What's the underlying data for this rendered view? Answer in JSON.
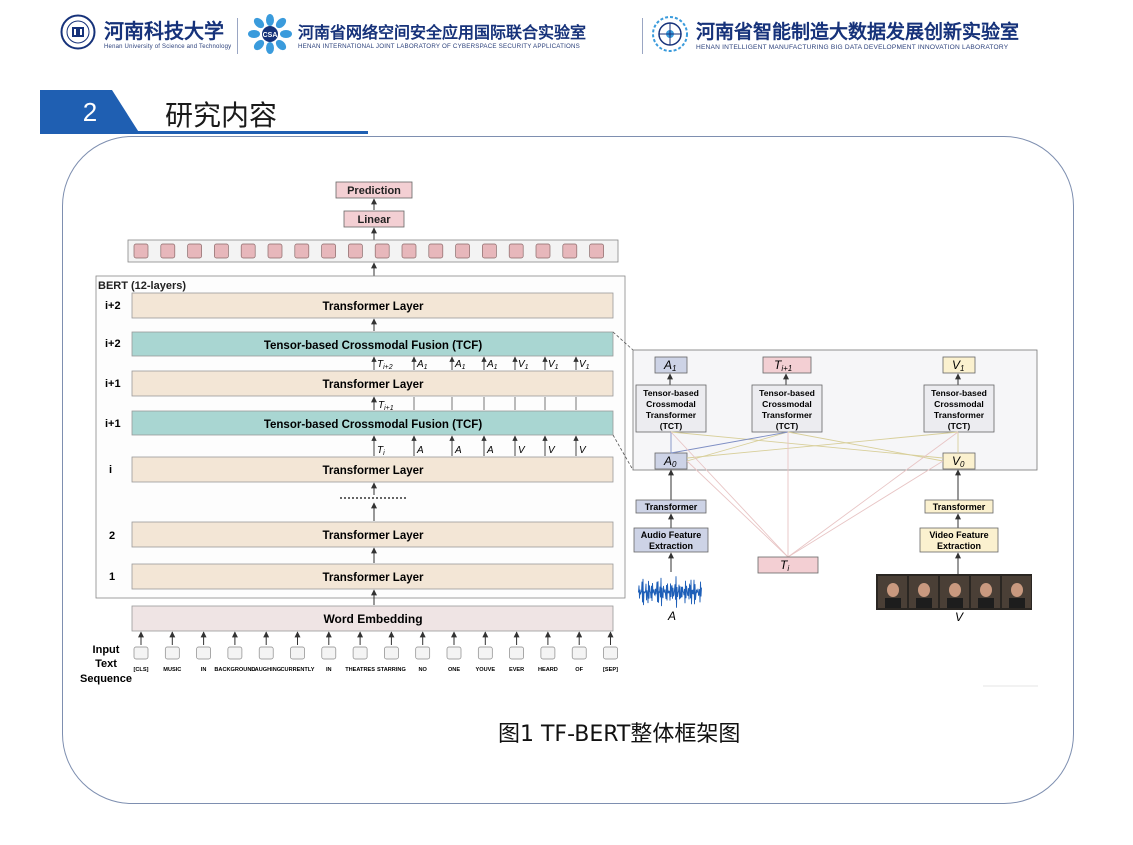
{
  "header": {
    "university": {
      "name": "河南科技大学",
      "sub": "Henan University of Science and Technology"
    },
    "lab1": {
      "name": "河南省网络空间安全应用国际联合实验室",
      "sub": "HENAN INTERNATIONAL JOINT LABORATORY OF CYBERSPACE SECURITY APPLICATIONS",
      "badge": "CSA"
    },
    "lab2": {
      "name": "河南省智能制造大数据发展创新实验室",
      "sub": "HENAN INTELLIGENT MANUFACTURING BIG DATA DEVELOPMENT INNOVATION LABORATORY"
    }
  },
  "section": {
    "number": "2",
    "title": "研究内容"
  },
  "diagram": {
    "prediction": "Prediction",
    "linear": "Linear",
    "bert_label": "BERT (12-layers)",
    "transformer_layer": "Transformer Layer",
    "tcf": "Tensor-based Crossmodal Fusion (TCF)",
    "word_embedding": "Word Embedding",
    "layer_labels": {
      "l_top": "i+2",
      "l_tcf_top": "i+2",
      "l_mid": "i+1",
      "l_tcf_mid": "i+1",
      "l_i": "i",
      "l_2": "2",
      "l_1": "1"
    },
    "input_label": [
      "Input",
      "Text",
      "Sequence"
    ],
    "tokens": [
      "[CLS]",
      "MUSIC",
      "IN",
      "BACKGROUND",
      "LAUGHING",
      "CURRENTLY",
      "IN",
      "THEATRES",
      "STARRING",
      "NO",
      "ONE",
      "YOUVE",
      "EVER",
      "HEARD",
      "OF",
      "[SEP]"
    ],
    "tcf_top_inputs": {
      "t": "T",
      "t_sub": "i+2",
      "a": "A",
      "a_sub": "1",
      "v": "V",
      "v_sub": "1"
    },
    "tcf_mid_inputs": {
      "t": "T",
      "t_sub": "i",
      "a": "A",
      "v": "V"
    },
    "mid_between": {
      "t": "T",
      "t_sub": "i+1"
    },
    "detail": {
      "a1": "A",
      "a1_sub": "1",
      "ti1": "T",
      "ti1_sub": "i+1",
      "v1": "V",
      "v1_sub": "1",
      "tct": [
        "Tensor-based",
        "Crossmodal",
        "Transformer",
        "(TCT)"
      ],
      "a0": "A",
      "a0_sub": "0",
      "v0": "V",
      "v0_sub": "0",
      "transformer": "Transformer",
      "audio_feat": [
        "Audio Feature",
        "Extraction"
      ],
      "video_feat": [
        "Video Feature",
        "Extraction"
      ],
      "ti": "T",
      "ti_sub": "i",
      "a_label": "A",
      "v_label": "V"
    }
  },
  "caption": "图1 TF-BERT整体框架图",
  "colors": {
    "brand": "#16327a",
    "accent": "#1f5fb2",
    "tcf": "#a9d6d2",
    "layer": "#f3e6d6",
    "pink": "#f3cfd3",
    "lavender": "#cdd3e6",
    "yellow": "#fbf1cf"
  }
}
